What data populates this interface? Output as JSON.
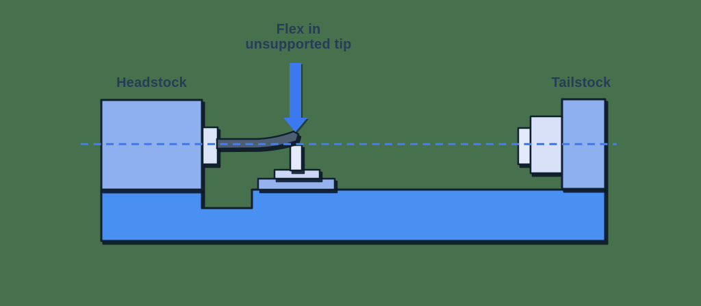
{
  "diagram": {
    "labels": {
      "headstock": "Headstock",
      "tailstock": "Tailstock"
    },
    "annotation": {
      "line1": "Flex in",
      "line2": "unsupported tip"
    },
    "colors": {
      "background": "#47704d",
      "bed": "#4a8ff2",
      "stock": "#8fb0ef",
      "carriage": "#95b1ee",
      "slide": "#cdd9f4",
      "tool_post": "#e4eafa",
      "chuck": "#dce5f8",
      "quill": "#d8e1f7",
      "tail_center": "#e3eafa",
      "workpiece": "#4d5d72",
      "outline": "#10202f",
      "arrow": "#3a79ef",
      "centerline": "#3e7ef5",
      "label_text": "#263d59"
    }
  }
}
